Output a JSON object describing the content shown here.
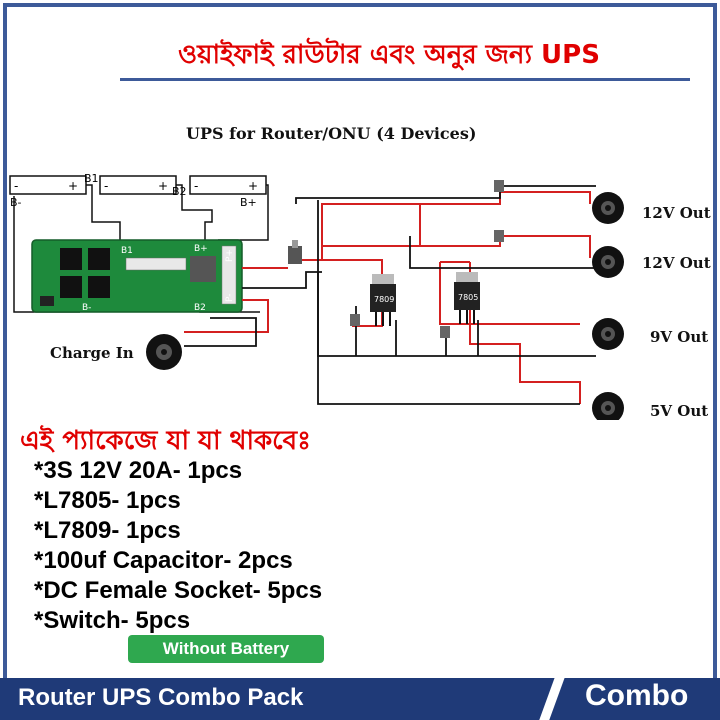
{
  "title": "ওয়াইফাই রাউটার এবং অনুর জন্য UPS",
  "diagram": {
    "heading": "UPS for Router/ONU (4 Devices)",
    "battery_labels": [
      "B-",
      "B1",
      "B2",
      "B+"
    ],
    "bms_labels": [
      "B1",
      "B+",
      "B-",
      "B2",
      "P-",
      "P+"
    ],
    "regulators": [
      "7809",
      "7805"
    ],
    "outputs": [
      "12V Out",
      "12V Out",
      "9V Out",
      "5V Out"
    ],
    "charge_in": "Charge In"
  },
  "package": {
    "title": "এই প্যাকেজে যা যা থাকবেঃ",
    "items": [
      "*3S 12V 20A- 1pcs",
      "*L7805- 1pcs",
      "*L7809- 1pcs",
      "*100uf Capacitor- 2pcs",
      "*DC Female Socket- 5pcs",
      "*Switch- 5pcs"
    ],
    "badge": "Without Battery"
  },
  "footer": {
    "left": "Router UPS Combo Pack",
    "right": "Combo"
  },
  "colors": {
    "title_red": "#e00000",
    "footer_blue": "#1f3a78",
    "badge_green": "#2fa84f",
    "pcb_green": "#1e8a3c",
    "wire_red": "#d42020",
    "wire_black": "#111111"
  }
}
